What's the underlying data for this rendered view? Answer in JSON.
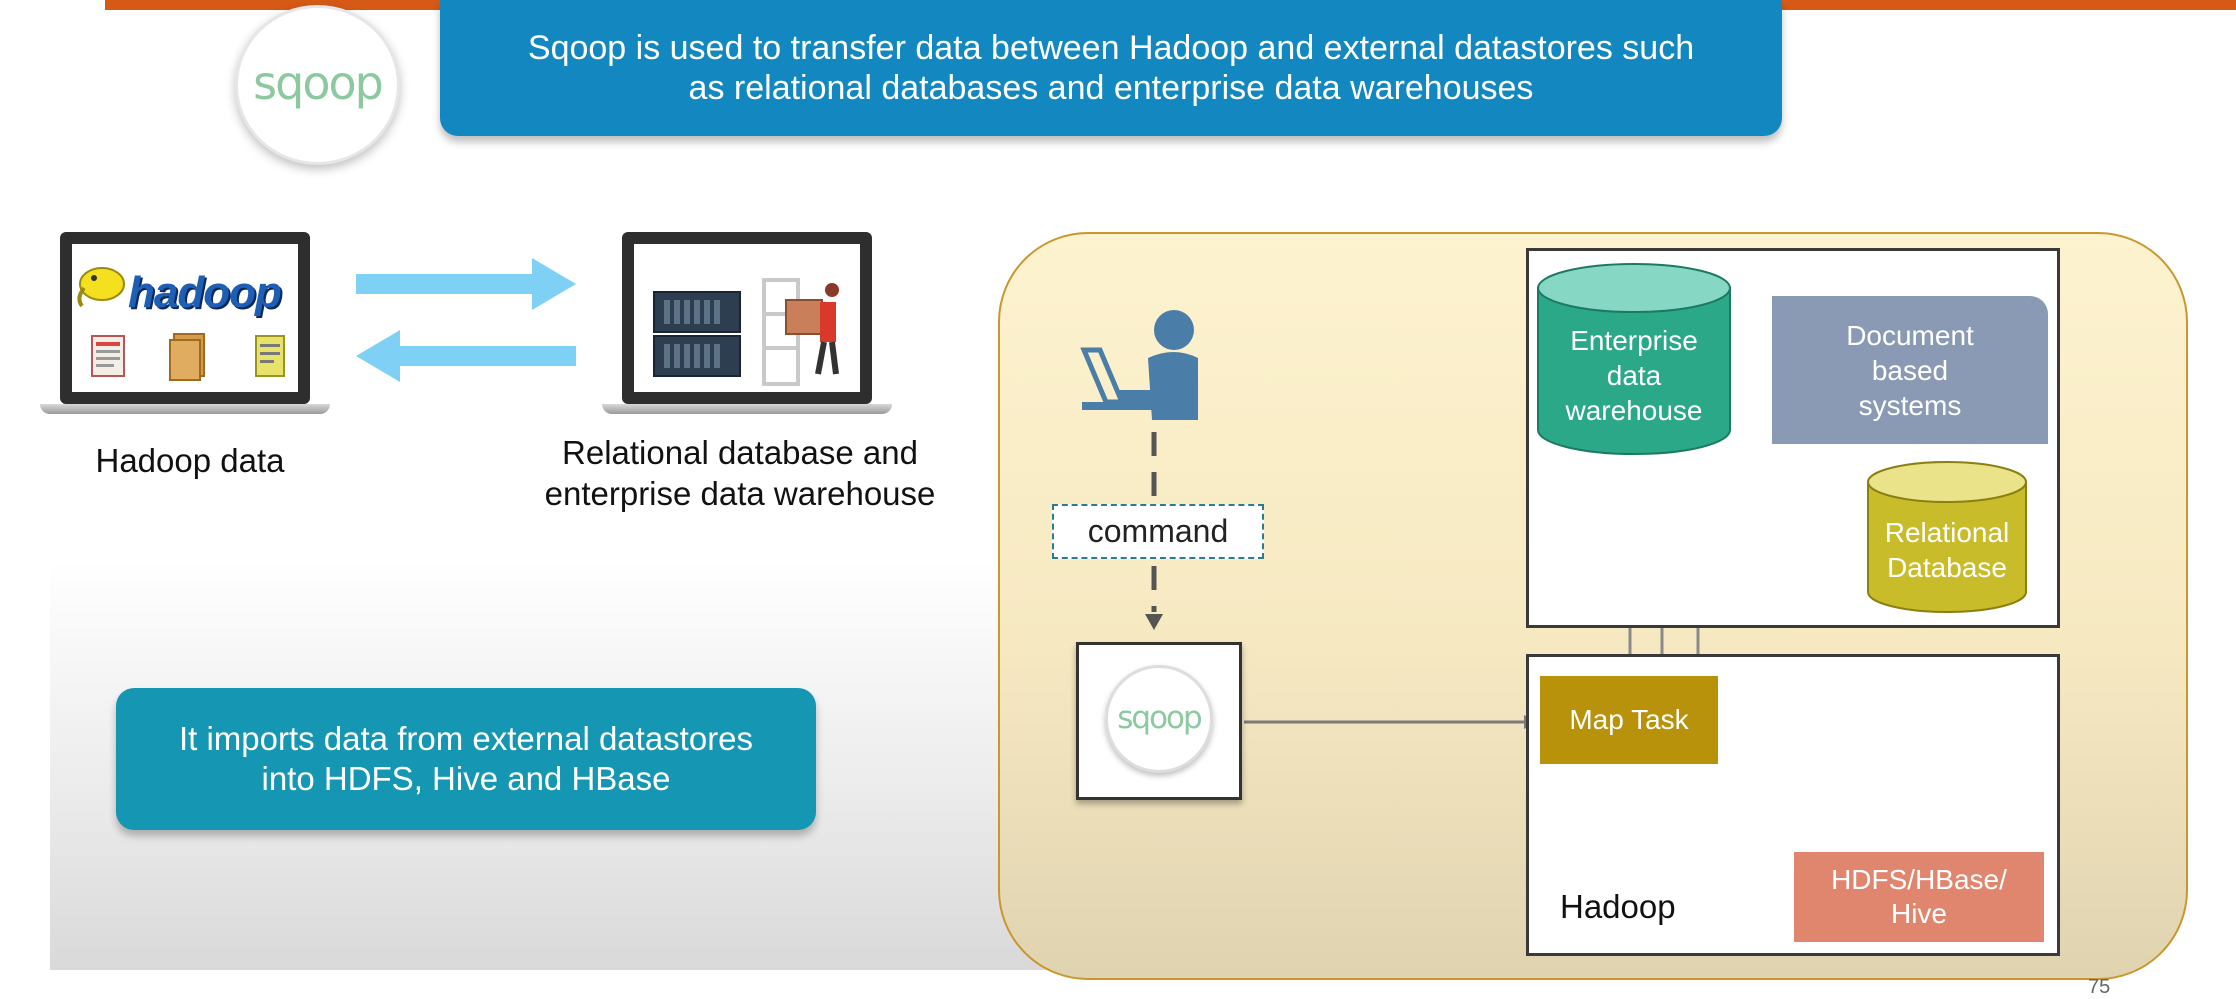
{
  "slide": {
    "logo_text": "sqoop",
    "banner_lines": [
      "Sqoop is used to transfer data between Hadoop and external datastores such",
      "as relational databases and enterprise data warehouses"
    ],
    "hadoop_logo": "hadoop",
    "hadoop_caption": "Hadoop data",
    "rdb_caption_lines": [
      "Relational database and",
      "enterprise data warehouse"
    ],
    "info_lines": [
      "It imports data from external datastores",
      "into HDFS, Hive and HBase"
    ],
    "page_number": "75"
  },
  "diagram": {
    "command_label": "command",
    "sqoop_mini_logo": "sqoop",
    "map_task_label": "Map Task",
    "hadoop_label": "Hadoop",
    "hdfs_lines": [
      "HDFS/HBase/",
      "Hive"
    ],
    "edw_lines": [
      "Enterprise",
      "data",
      "warehouse"
    ],
    "doc_lines": [
      "Document",
      "based",
      "systems"
    ],
    "rdb_lines": [
      "Relational",
      "Database"
    ]
  },
  "colors": {
    "accent_bar": "#d65a16",
    "banner": "#1388c0",
    "info_box": "#1597b3",
    "edw": "#2aa888",
    "doc": "#8a9ab4",
    "rdb": "#c9bc2a",
    "map_task": "#b8920a",
    "hdfs": "#e0866f",
    "arrows": "#7fd0f5"
  }
}
